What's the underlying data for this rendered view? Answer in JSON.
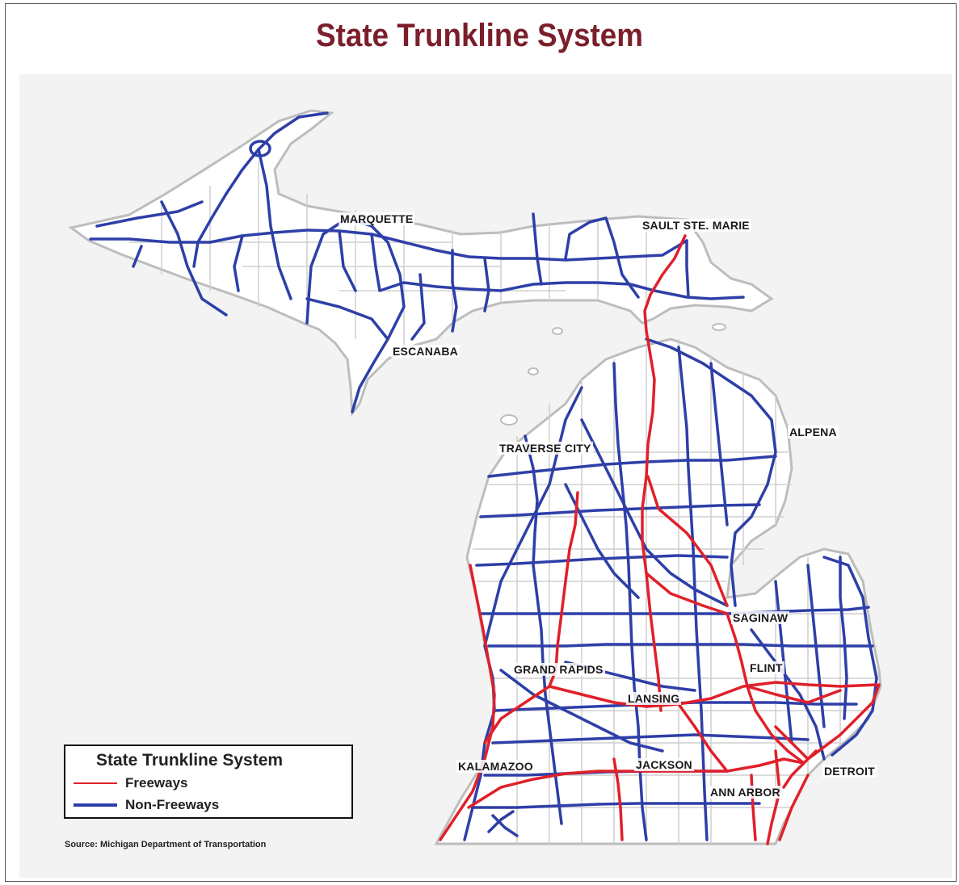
{
  "title": "State Trunkline System",
  "cities": [
    {
      "name": "MARQUETTE"
    },
    {
      "name": "SAULT STE. MARIE"
    },
    {
      "name": "ESCANABA"
    },
    {
      "name": "ALPENA"
    },
    {
      "name": "TRAVERSE CITY"
    },
    {
      "name": "SAGINAW"
    },
    {
      "name": "GRAND RAPIDS"
    },
    {
      "name": "FLINT"
    },
    {
      "name": "LANSING"
    },
    {
      "name": "KALAMAZOO"
    },
    {
      "name": "JACKSON"
    },
    {
      "name": "DETROIT"
    },
    {
      "name": "ANN ARBOR"
    }
  ],
  "legend": {
    "title": "State Trunkline System",
    "items": [
      {
        "label": "Freeways",
        "color": "#e0202a"
      },
      {
        "label": "Non-Freeways",
        "color": "#2e3fa8"
      }
    ]
  },
  "source": "Source:  Michigan Department of Transportation",
  "colors": {
    "title": "#7a1f2b",
    "land": "#ffffff",
    "water": "#f3f3f3",
    "county_lines": "#c8c8c8"
  }
}
